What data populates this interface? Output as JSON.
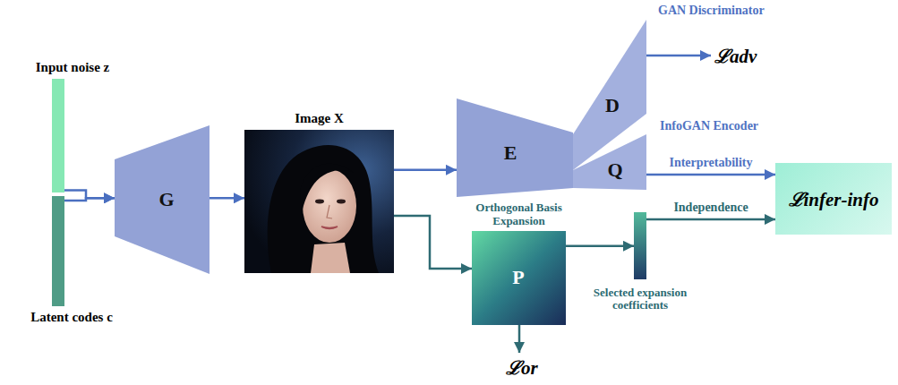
{
  "diagram": {
    "nodes": [
      {
        "text": [
          "Input noise z"
        ]
      },
      {
        "text": [
          "Latent codes c"
        ]
      },
      {
        "text": [
          "G"
        ]
      },
      {
        "text": [
          "Image X"
        ]
      },
      {
        "text": [
          "E"
        ]
      },
      {
        "text": [
          "D"
        ]
      },
      {
        "text": [
          "Q"
        ]
      },
      {
        "text": [
          "P",
          "Orthogonal Basis Expansion"
        ]
      },
      {
        "text": [
          "Selected expansion coefficients"
        ]
      },
      {
        "text": [
          "ℒinfer-info"
        ]
      }
    ],
    "edges": [
      {
        "from": 0,
        "to": 2,
        "arrow": "to"
      },
      {
        "from": 1,
        "to": 2,
        "arrow": "to"
      },
      {
        "from": 2,
        "to": 3,
        "arrow": "to"
      },
      {
        "from": 3,
        "to": 4,
        "arrow": "to"
      },
      {
        "from": 3,
        "to": 7,
        "arrow": "to"
      },
      {
        "from": 6,
        "to": 9,
        "label": "Interpretability",
        "arrow": "to"
      },
      {
        "from": 7,
        "to": 8,
        "arrow": "to"
      },
      {
        "from": 8,
        "to": 9,
        "label": "Independence",
        "arrow": "to"
      }
    ],
    "labels": [
      "GAN Discriminator",
      "InfoGAN Encoder",
      "ℒadv",
      "ℒor"
    ]
  }
}
